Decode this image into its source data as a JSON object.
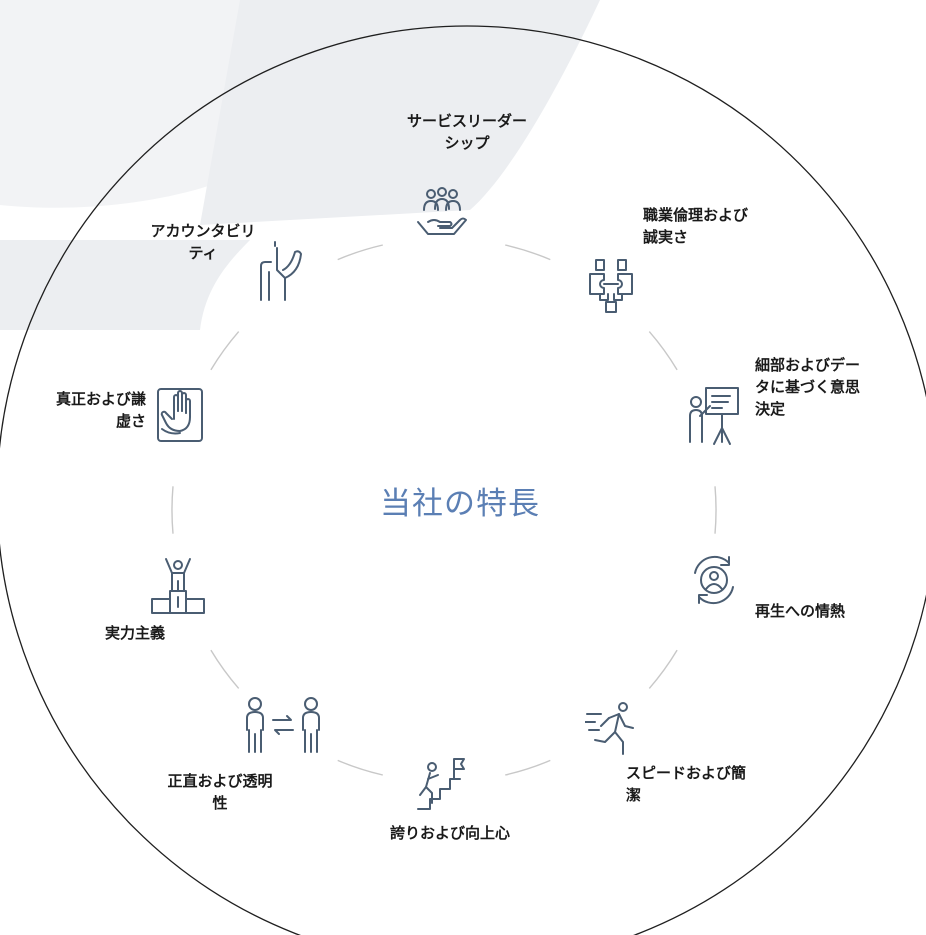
{
  "center_title": "当社の特長",
  "values": [
    {
      "id": "service-leadership",
      "label": "サービスリーダー\nシップ",
      "icon": "helping-hand-people-icon"
    },
    {
      "id": "ethics-integrity",
      "label": "職業倫理および\n誠実さ",
      "icon": "puzzle-handshake-icon"
    },
    {
      "id": "detail-data-decisions",
      "label": "細部およびデー\nタに基づく意思\n決定",
      "icon": "presentation-board-icon"
    },
    {
      "id": "passion-regeneration",
      "label": "再生への情熱",
      "icon": "circular-arrows-person-icon"
    },
    {
      "id": "speed-simplicity",
      "label": "スピードおよび簡\n潔",
      "icon": "running-person-icon"
    },
    {
      "id": "pride-improvement",
      "label": "誇りおよび向上心",
      "icon": "climbing-stairs-flag-icon"
    },
    {
      "id": "honesty-transparency",
      "label": "正直および透明\n性",
      "icon": "two-people-exchange-icon"
    },
    {
      "id": "meritocracy",
      "label": "実力主義",
      "icon": "podium-winner-icon"
    },
    {
      "id": "authenticity-humility",
      "label": "真正および謙\n虚さ",
      "icon": "raised-hand-icon"
    },
    {
      "id": "accountability",
      "label": "アカウンタビリ\nティ",
      "icon": "raised-arm-icon"
    }
  ],
  "colors": {
    "icon_stroke": "#4a5d72",
    "title": "#5b7fb4",
    "ring_arc": "#c8c8c8",
    "outer_circle": "#1f1f1f",
    "background_shape": "#f0f1f3"
  }
}
